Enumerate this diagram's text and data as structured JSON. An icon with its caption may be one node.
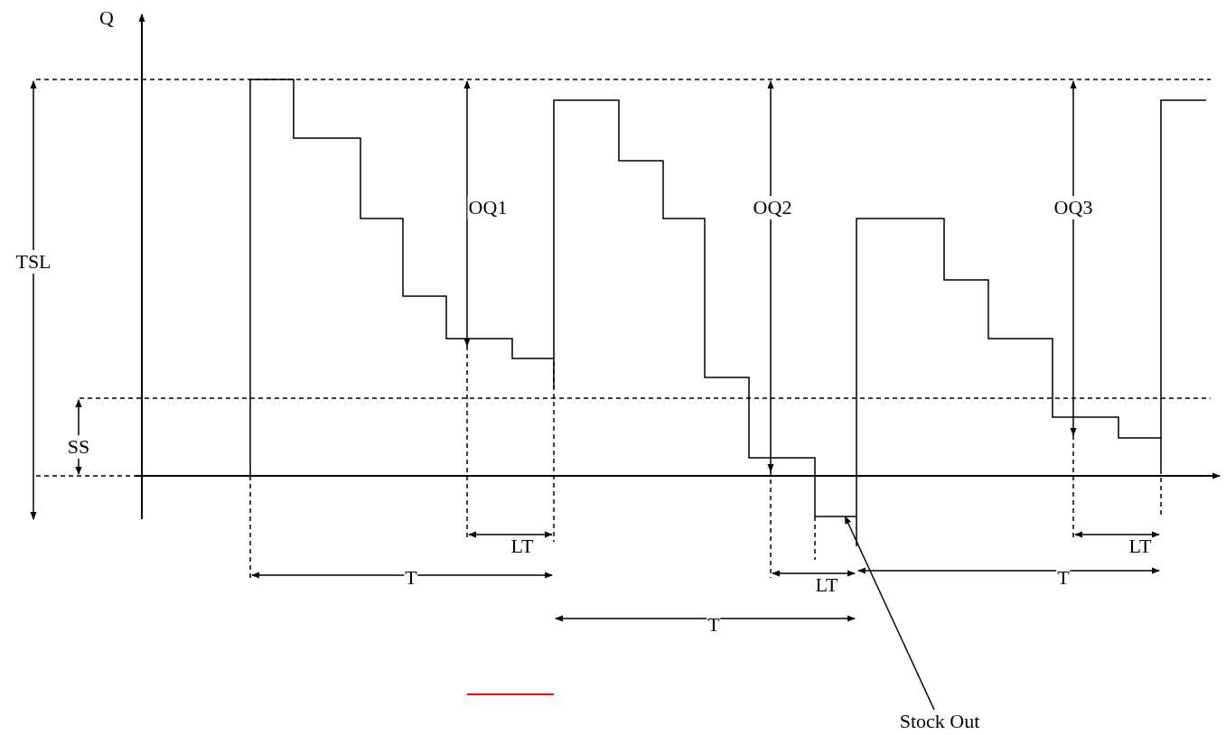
{
  "diagram": {
    "nodes": [
      {
        "text": [
          "Stock Out"
        ]
      },
      {
        "text": [],
        "shape": "box"
      }
    ],
    "edges": [
      {
        "from": 0,
        "to": 1,
        "arrow": "to"
      }
    ],
    "labels": [
      "Q",
      "OQ1",
      "OQ2",
      "OQ3",
      "TSL",
      "SS",
      "LT",
      "LT",
      "T",
      "T",
      "LT",
      "T"
    ]
  }
}
